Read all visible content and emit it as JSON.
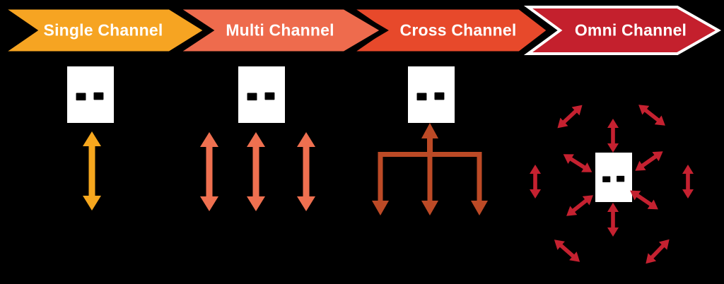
{
  "diagram_title": "Channel evolution diagram",
  "stages": [
    {
      "label": "Single Channel",
      "banner_color": "#F6A422",
      "arrow_color": "#F6A71E",
      "icon": "walking-shopper-icon",
      "arrow_count": 1,
      "arrow_style": "two-way vertical"
    },
    {
      "label": "Multi Channel",
      "banner_color": "#EE6B4D",
      "arrow_color": "#EF7050",
      "icon": "walking-shopper-icon",
      "arrow_count": 3,
      "arrow_style": "two-way vertical, parallel"
    },
    {
      "label": "Cross Channel",
      "banner_color": "#E7492B",
      "arrow_color": "#BC4A26",
      "icon": "walking-shopper-icon",
      "arrow_count": 4,
      "arrow_style": "branching: one up to customer, three down"
    },
    {
      "label": "Omni Channel",
      "banner_color": "#C4202D",
      "arrow_color": "#C52130",
      "icon": "walking-shopper-icon",
      "arrow_count": 12,
      "arrow_style": "two-way arrows encircling customer"
    }
  ],
  "colors": {
    "background": "#000000",
    "banner_single": "#F6A422",
    "banner_multi": "#EE6B4D",
    "banner_cross": "#E7492B",
    "banner_omni": "#C4202D",
    "banner_omni_outline": "#FFFFFF",
    "arrow_single": "#F6A71E",
    "arrow_multi": "#EF7050",
    "arrow_cross": "#BC4A26",
    "arrow_omni": "#C52130",
    "text": "#FFFFFF",
    "icon_bg": "#FFFFFF",
    "icon_fg": "#0B0B0B"
  }
}
